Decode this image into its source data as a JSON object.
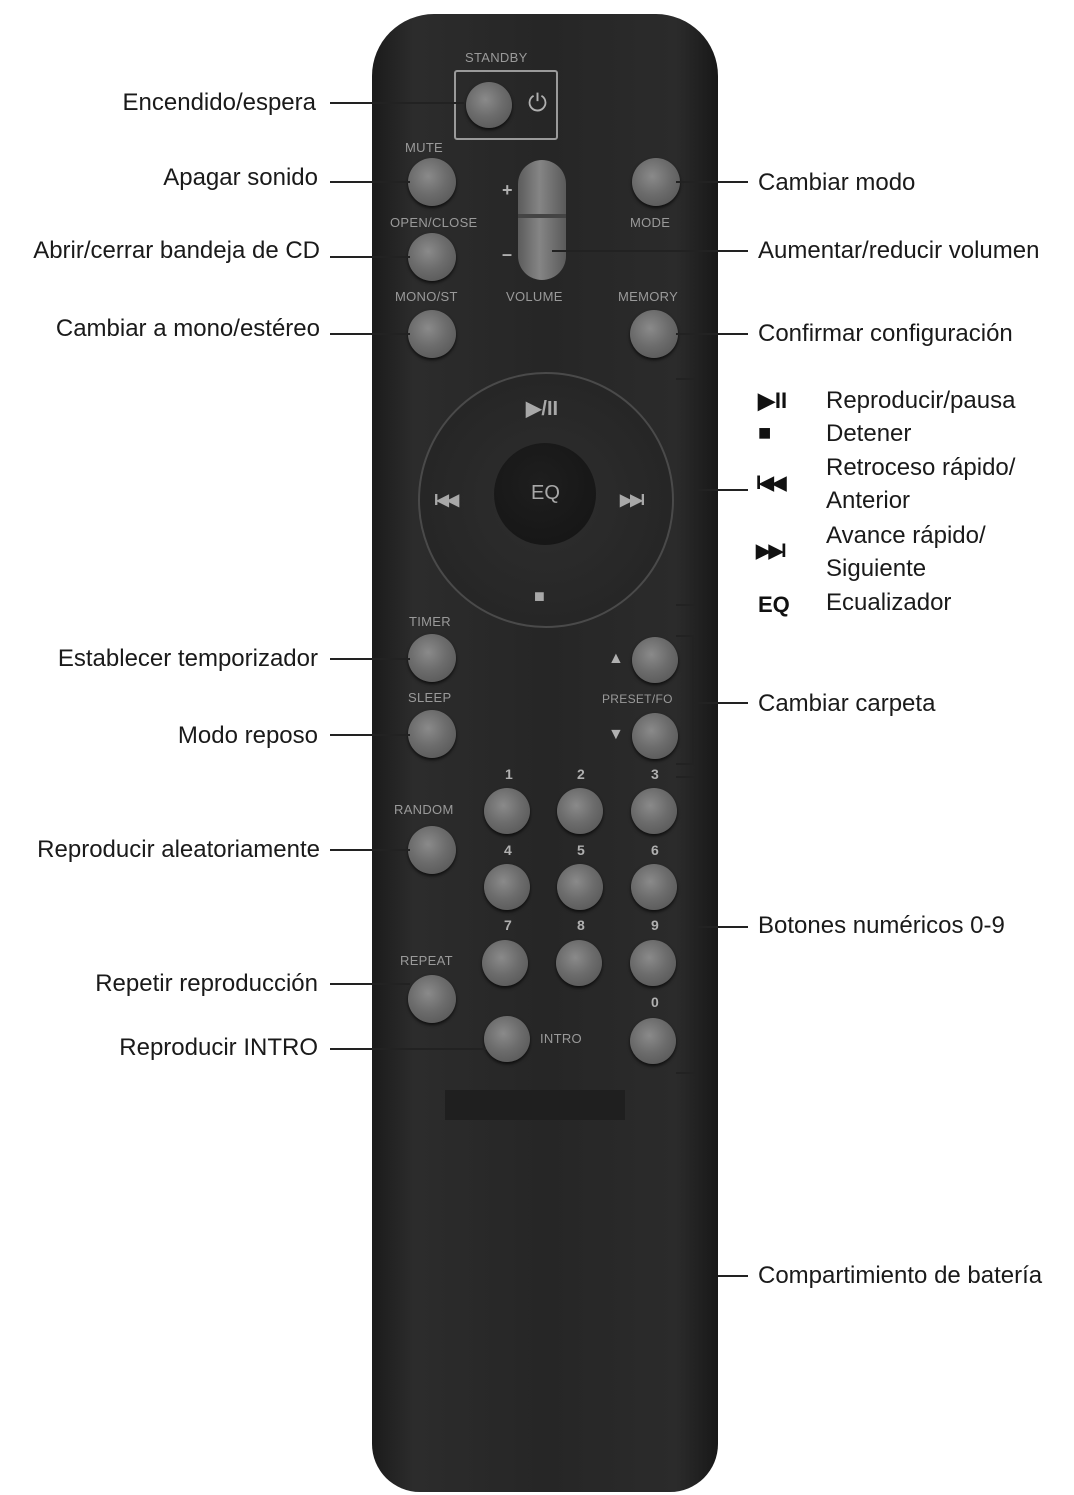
{
  "callouts_left": {
    "standby": "Encendido/espera",
    "mute": "Apagar sonido",
    "open_close": "Abrir/cerrar bandeja de CD",
    "mono_st": "Cambiar a mono/estéreo",
    "timer": "Establecer temporizador",
    "sleep": "Modo reposo",
    "random": "Reproducir aleatoriamente",
    "repeat": "Repetir reproducción",
    "intro": "Reproducir INTRO"
  },
  "callouts_right": {
    "mode": "Cambiar modo",
    "volume": "Aumentar/reducir volumen",
    "memory": "Confirmar configuración",
    "folder": "Cambiar carpeta",
    "numeric": "Botones numéricos 0-9",
    "battery": "Compartimiento de batería"
  },
  "legend": [
    {
      "symbol": "▶II",
      "text": "Reproducir/pausa"
    },
    {
      "symbol": "■",
      "text": "Detener"
    },
    {
      "symbol": "I◀◀",
      "text": "Retroceso rápido/",
      "text2": "Anterior"
    },
    {
      "symbol": "▶▶I",
      "text": "Avance rápido/",
      "text2": "Siguiente"
    },
    {
      "symbol": "EQ",
      "text": "Ecualizador"
    }
  ],
  "remote_labels": {
    "standby": "STANDBY",
    "power_symbol": "⏻",
    "mute": "MUTE",
    "open_close": "OPEN/CLOSE",
    "mode": "MODE",
    "mono_st": "MONO/ST",
    "volume": "VOLUME",
    "memory": "MEMORY",
    "plus": "+",
    "minus": "–",
    "play_pause": "▶/II",
    "prev": "I◀◀",
    "next": "▶▶I",
    "eq": "EQ",
    "stop": "■",
    "timer": "TIMER",
    "sleep": "SLEEP",
    "preset": "PRESET/FO",
    "up": "▲",
    "down": "▼",
    "random": "RANDOM",
    "repeat": "REPEAT",
    "intro": "INTRO",
    "digits": [
      "1",
      "2",
      "3",
      "4",
      "5",
      "6",
      "7",
      "8",
      "9",
      "0"
    ]
  },
  "colors": {
    "remote_body": "#262626",
    "button": "#6c6c6c",
    "remote_text": "#9a9a9a"
  }
}
